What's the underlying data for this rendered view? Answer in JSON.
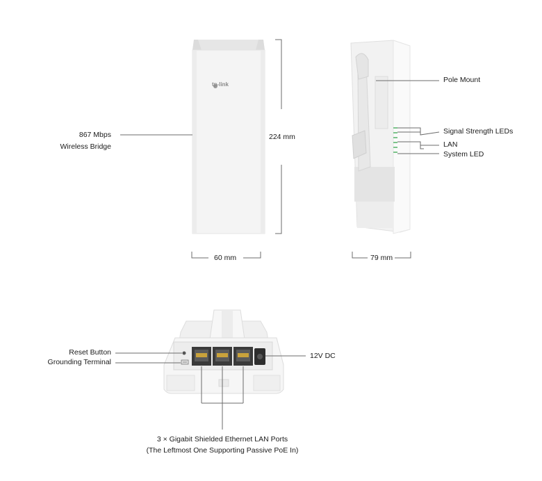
{
  "front": {
    "product_label_line1": "867 Mbps",
    "product_label_line2": "Wireless Bridge",
    "height_dim": "224 mm",
    "width_dim": "60 mm",
    "logo_text": "tp-link"
  },
  "side": {
    "depth_dim": "79 mm",
    "callouts": {
      "pole_mount": "Pole Mount",
      "signal_leds": "Signal Strength LEDs",
      "lan": "LAN",
      "system_led": "System LED"
    }
  },
  "bottom": {
    "callouts": {
      "reset_button": "Reset Button",
      "grounding_terminal": "Grounding Terminal",
      "dc_power": "12V DC",
      "ports_line1": "3 × Gigabit Shielded Ethernet LAN Ports",
      "ports_line2": "(The Leftmost One Supporting Passive PoE In)"
    }
  },
  "colors": {
    "device_body": "#f5f5f5",
    "device_shadow": "#e2e2e2",
    "line": "#6b6b6b",
    "led_green": "#7cc48b",
    "port_dark": "#3a3a3a",
    "port_gold": "#c9a23b"
  }
}
